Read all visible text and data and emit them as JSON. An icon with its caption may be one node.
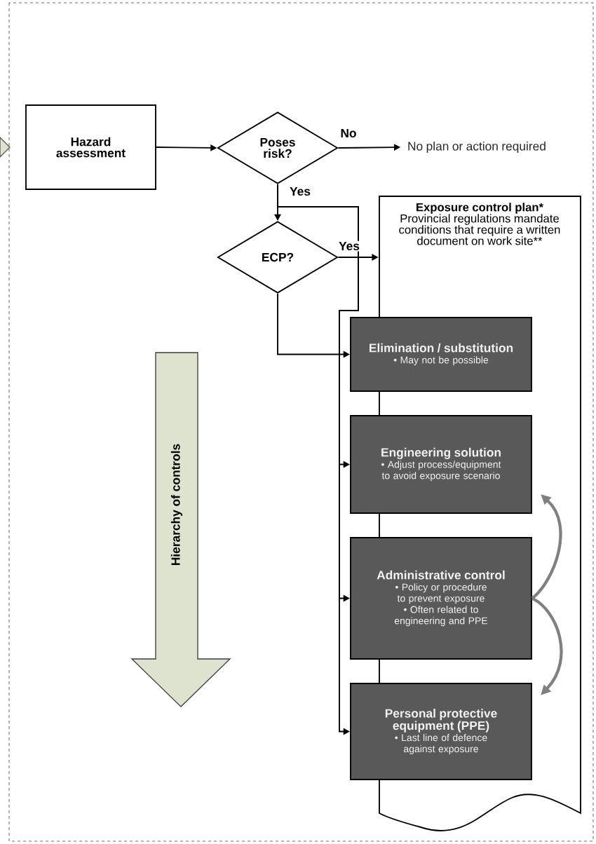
{
  "diagram": {
    "nodes": [
      {
        "text": [],
        "shape": "arrow"
      },
      {
        "text": [
          "Hazard assessment"
        ]
      },
      {
        "text": [
          "Poses risk?"
        ]
      },
      {
        "text": [
          "No plan or action required"
        ]
      },
      {
        "text": [
          "ECP?"
        ]
      },
      {
        "text": [
          "Exposure control plan*",
          "Provincial regulations mandate conditions that require a written document on work site**"
        ]
      },
      {
        "text": [
          "Elimination / substitution",
          "• May not be possible"
        ]
      },
      {
        "text": [
          "Engineering solution",
          "• Adjust process/equipment to avoid exposure scenario"
        ]
      },
      {
        "text": [
          "Administrative control",
          "• Policy or procedure to prevent exposure",
          "• Often related to engineering and PPE"
        ]
      },
      {
        "text": [
          "Personal protective equipment (PPE)",
          "• Last line of defence against exposure"
        ]
      },
      {
        "text": [
          "Hierarchy of controls"
        ]
      }
    ],
    "edges": [
      {
        "from": 1,
        "to": 2,
        "arrow": "to"
      },
      {
        "from": 2,
        "to": 3,
        "arrow": "to",
        "label": "No"
      },
      {
        "from": 2,
        "to": 4,
        "arrow": "to",
        "label": "Yes"
      },
      {
        "from": 4,
        "to": 5,
        "arrow": "to",
        "label": "Yes"
      },
      {
        "from": 4,
        "to": 6,
        "arrow": "to"
      },
      {
        "from": 2,
        "to": 7,
        "arrow": "to"
      },
      {
        "from": 2,
        "to": 8,
        "arrow": "to"
      },
      {
        "from": 2,
        "to": 9,
        "arrow": "to"
      },
      {
        "from": 8,
        "to": 7,
        "arrow": "to",
        "style": "thick",
        "color": "#808080"
      },
      {
        "from": 8,
        "to": 9,
        "arrow": "to",
        "style": "thick",
        "color": "#808080"
      }
    ]
  }
}
